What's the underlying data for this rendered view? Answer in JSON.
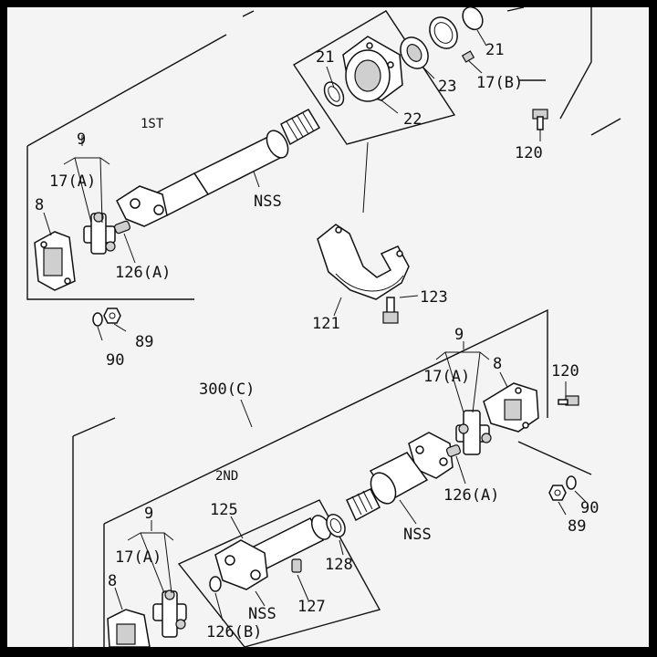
{
  "labels": {
    "upper_21_left": "21",
    "upper_21_right": "21",
    "upper_22": "22",
    "upper_23": "23",
    "upper_17b": "17(B)",
    "upper_120": "120",
    "upper_1st": "1ST",
    "upper_9": "9",
    "upper_17a": "17(A)",
    "upper_8": "8",
    "upper_nss": "NSS",
    "upper_126a": "126(A)",
    "upper_90": "90",
    "upper_89": "89",
    "bracket_121": "121",
    "bracket_123": "123",
    "lower_300c": "300(C)",
    "lower_9": "9",
    "lower_17a": "17(A)",
    "lower_8": "8",
    "lower_120": "120",
    "lower_2nd": "2ND",
    "lower_126a": "126(A)",
    "lower_nss": "NSS",
    "lower_90": "90",
    "lower_89": "89",
    "bottom_9": "9",
    "bottom_17a": "17(A)",
    "bottom_8": "8",
    "bottom_125": "125",
    "bottom_128": "128",
    "bottom_127": "127",
    "bottom_nss": "NSS",
    "bottom_126b": "126(B)"
  }
}
